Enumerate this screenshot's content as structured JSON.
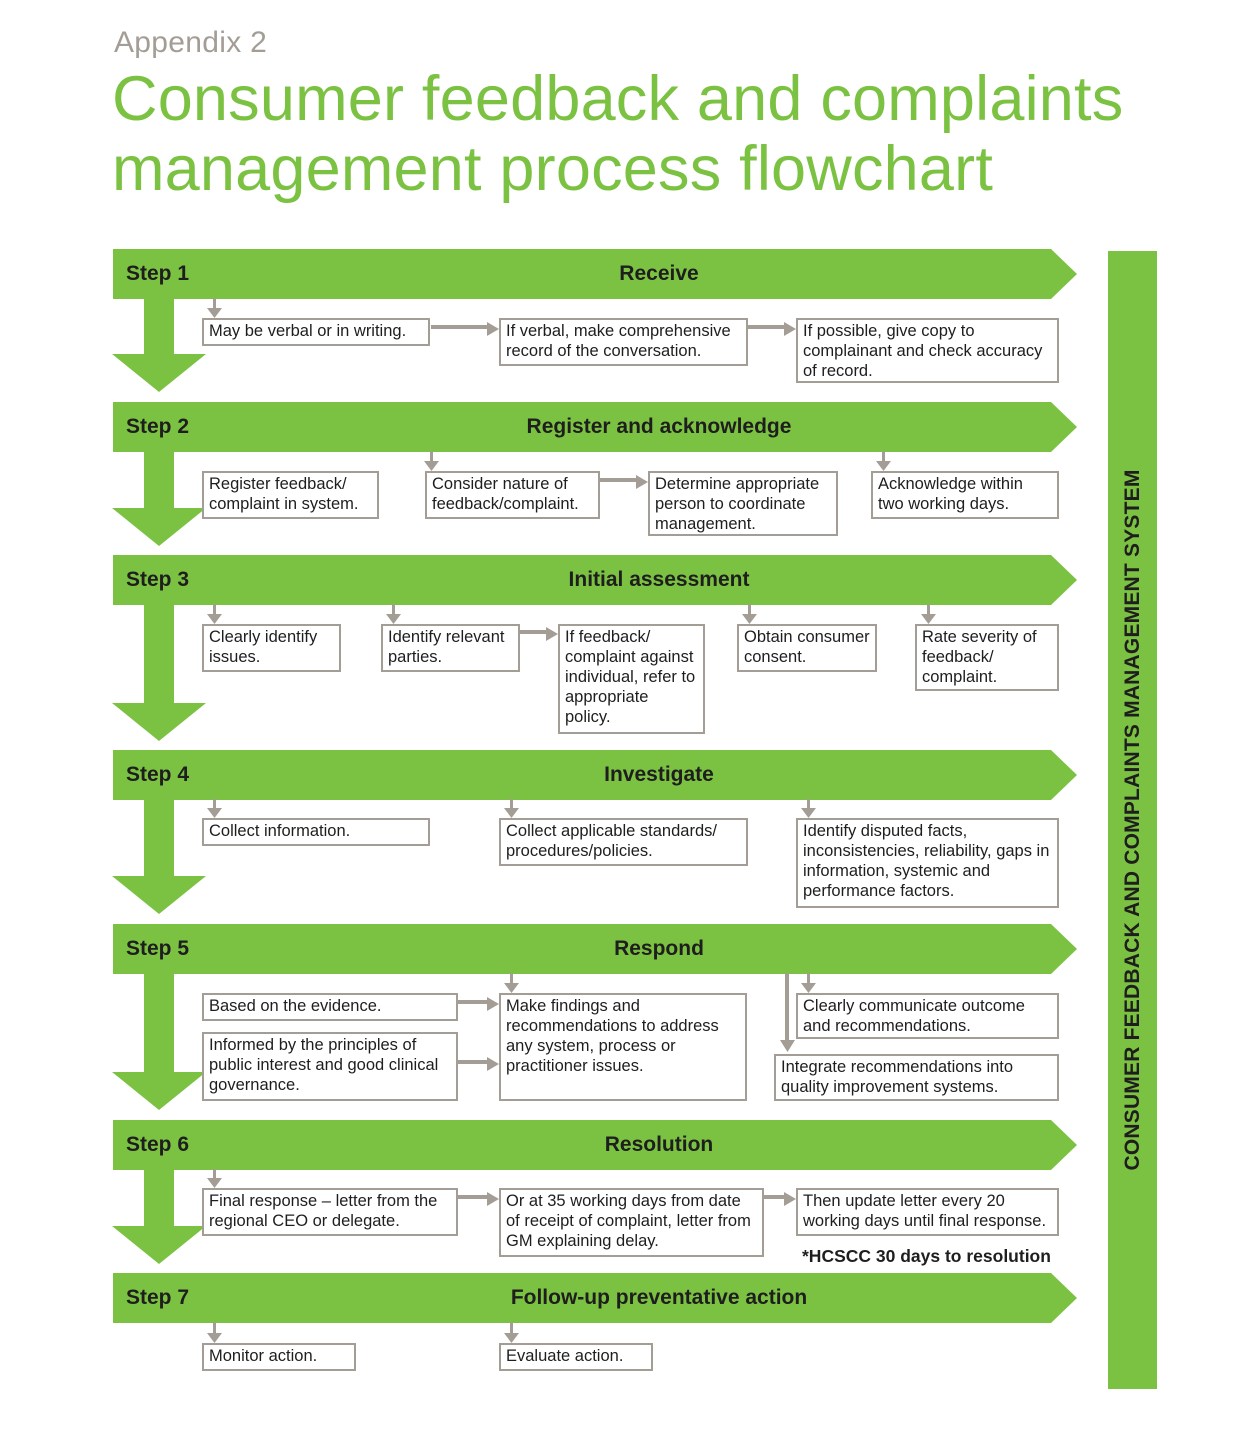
{
  "appendix": "Appendix 2",
  "title_line1": "Consumer feedback and complaints",
  "title_line2": "management process flowchart",
  "side_label": "CONSUMER FEEDBACK AND COMPLAINTS MANAGEMENT SYSTEM",
  "note": "*HCSCC 30 days to resolution",
  "colors": {
    "accent": "#7cc242",
    "border": "#a39d96",
    "text": "#1e1e1e"
  },
  "steps": [
    {
      "label": "Step 1",
      "name": "Receive",
      "boxes": [
        "May be verbal or in writing.",
        "If verbal, make comprehensive record of the conversation.",
        "If possible, give copy to complainant and check accuracy of record."
      ]
    },
    {
      "label": "Step 2",
      "name": "Register and acknowledge",
      "boxes": [
        "Register feedback/ complaint in system.",
        "Consider nature of feedback/complaint.",
        "Determine appropriate person to coordinate management.",
        "Acknowledge within two working days."
      ]
    },
    {
      "label": "Step 3",
      "name": "Initial assessment",
      "boxes": [
        "Clearly identify issues.",
        "Identify relevant parties.",
        "If feedback/ complaint against individual, refer to appropriate policy.",
        "Obtain consumer consent.",
        "Rate severity of feedback/ complaint."
      ]
    },
    {
      "label": "Step 4",
      "name": "Investigate",
      "boxes": [
        "Collect information.",
        "Collect applicable standards/ procedures/policies.",
        "Identify disputed facts, inconsistencies, reliability, gaps in information, systemic and performance factors."
      ]
    },
    {
      "label": "Step 5",
      "name": "Respond",
      "boxes": [
        "Based on the evidence.",
        "Informed by the principles of public interest and good clinical governance.",
        "Make findings and recommendations to address any system, process or practitioner issues.",
        "Clearly communicate outcome and recommendations.",
        "Integrate recommendations into quality improvement systems."
      ]
    },
    {
      "label": "Step 6",
      "name": "Resolution",
      "boxes": [
        "Final response – letter from the regional CEO or delegate.",
        "Or at 35 working days from date of receipt of complaint, letter from GM explaining delay.",
        "Then update letter every 20 working days until final response."
      ]
    },
    {
      "label": "Step 7",
      "name": "Follow-up preventative action",
      "boxes": [
        "Monitor action.",
        "Evaluate action."
      ]
    }
  ]
}
